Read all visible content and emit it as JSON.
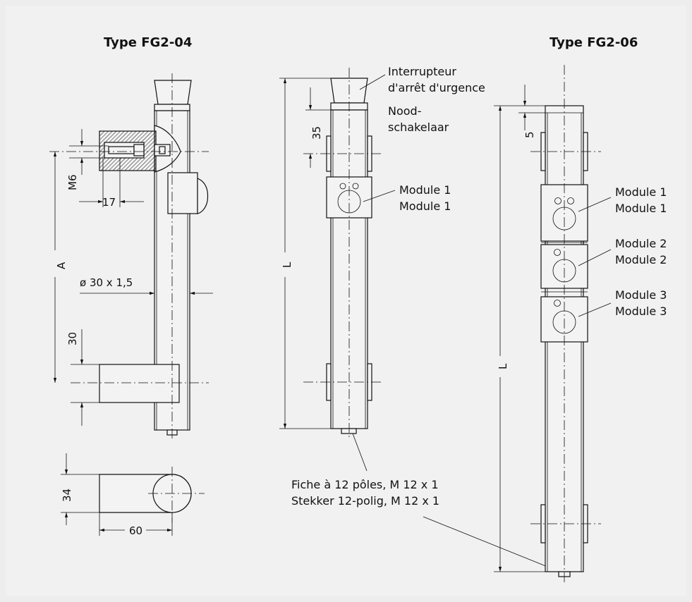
{
  "titles": {
    "left": "Type FG2-04",
    "right": "Type FG2-06"
  },
  "labels": {
    "estop_fr": "Interrupteur",
    "estop_fr2": "d'arrêt d'urgence",
    "estop_nl": "Nood-",
    "estop_nl2": "schakelaar",
    "mid_module_a": "Module 1",
    "mid_module_b": "Module 1",
    "right_module1_a": "Module 1",
    "right_module1_b": "Module 1",
    "right_module2_a": "Module 2",
    "right_module2_b": "Module 2",
    "right_module3_a": "Module 3",
    "right_module3_b": "Module 3",
    "plug_fr": "Fiche à 12 pôles, M 12 x 1",
    "plug_nl": "Stekker 12-polig, M 12 x 1"
  },
  "dimensions": {
    "m6": "M6",
    "d17": "17",
    "a": "A",
    "tube": "ø 30 x 1,5",
    "d30": "30",
    "d34": "34",
    "d60": "60",
    "d35": "35",
    "l_mid": "L",
    "d5": "5",
    "l_right": "L"
  }
}
